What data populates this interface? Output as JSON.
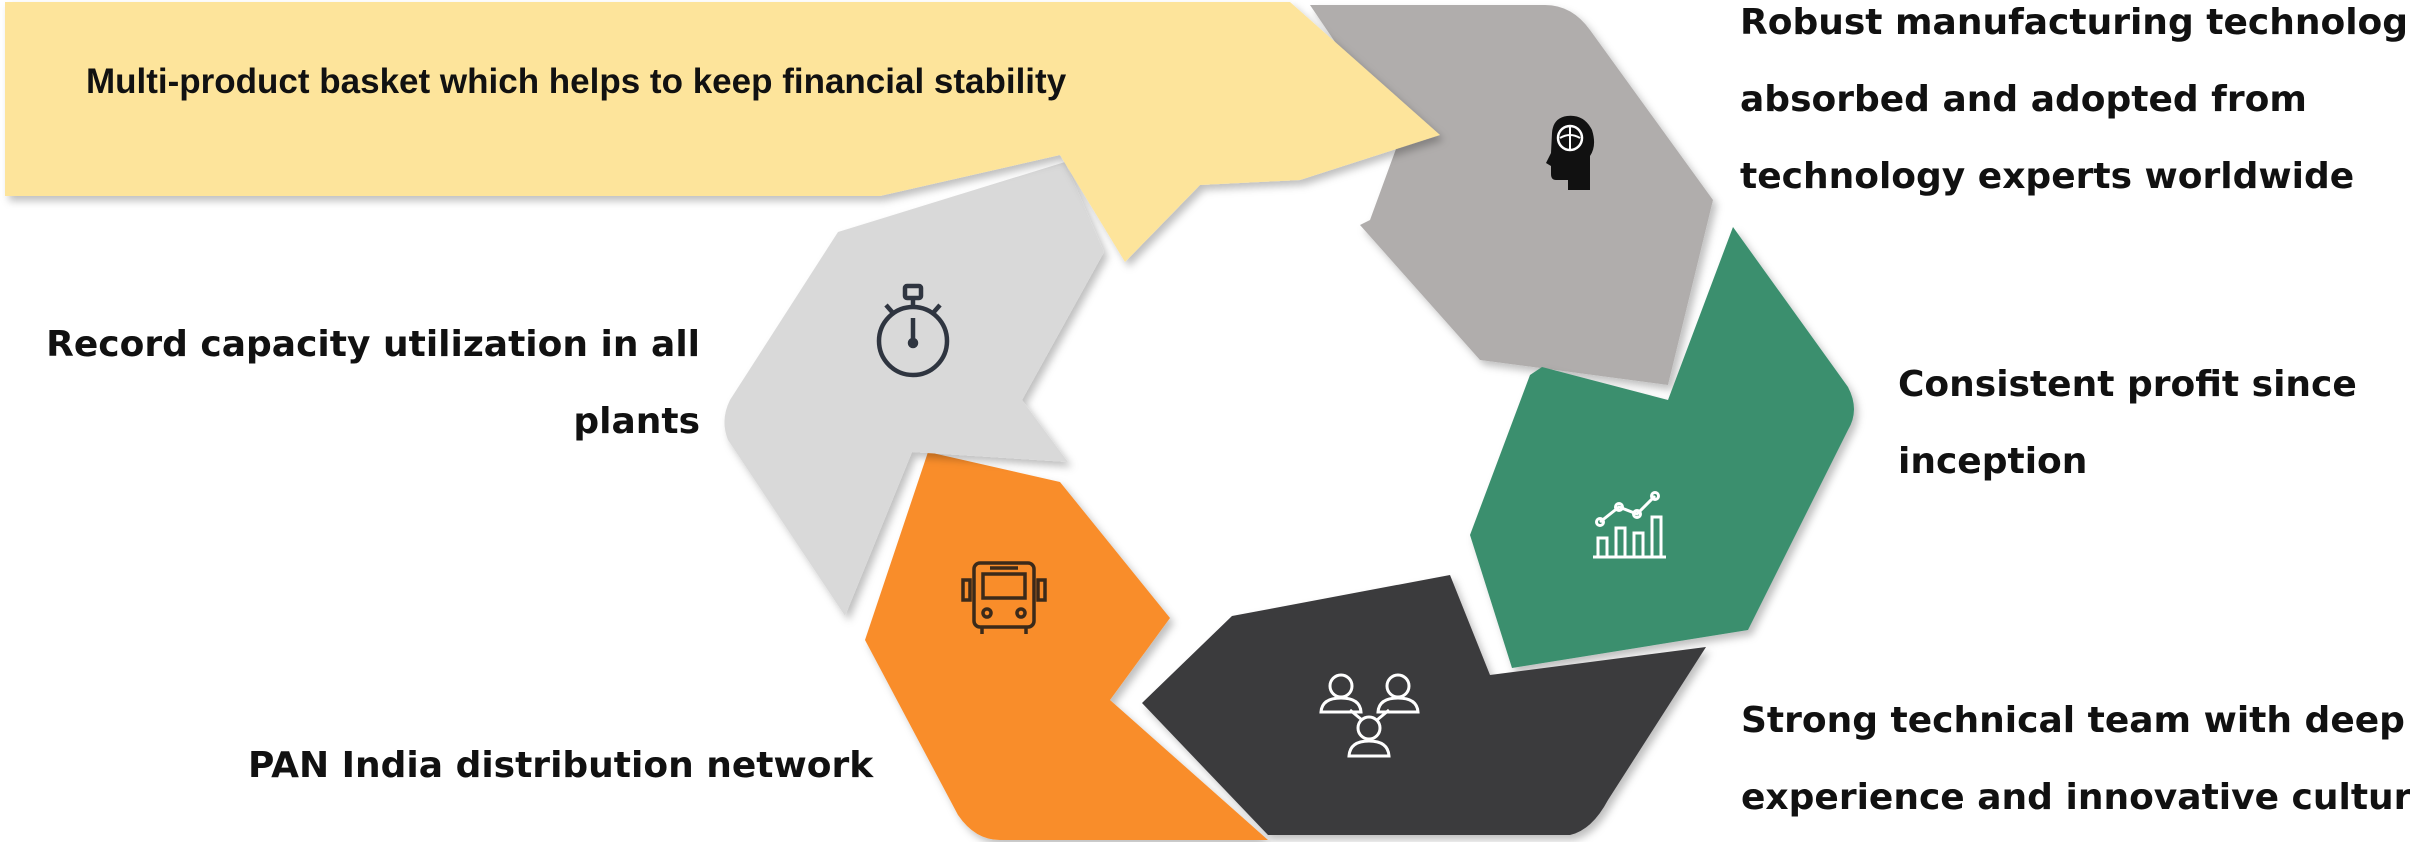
{
  "banner": {
    "text": "Multi-product basket which helps to keep financial stability",
    "color": "#fde49b"
  },
  "segments": [
    {
      "id": "technology",
      "color": "#b0adac",
      "icon": "brain-head-icon",
      "lines": [
        "Robust manufacturing technologies;",
        "absorbed and adopted from",
        "technology experts worldwide"
      ]
    },
    {
      "id": "profit",
      "color": "#3a8f6e",
      "icon": "growth-chart-icon",
      "lines": [
        "Consistent profit since",
        "inception"
      ]
    },
    {
      "id": "team",
      "color": "#3b3a3d",
      "icon": "team-people-icon",
      "lines": [
        "Strong technical team with deep",
        "experience and innovative culture"
      ]
    },
    {
      "id": "distribution",
      "color": "#f98d2a",
      "icon": "bus-icon",
      "lines": [
        "PAN India distribution network"
      ]
    },
    {
      "id": "capacity",
      "color": "#d9d9d9",
      "icon": "stopwatch-icon",
      "lines": [
        "Record capacity utilization in all",
        "plants"
      ]
    }
  ]
}
